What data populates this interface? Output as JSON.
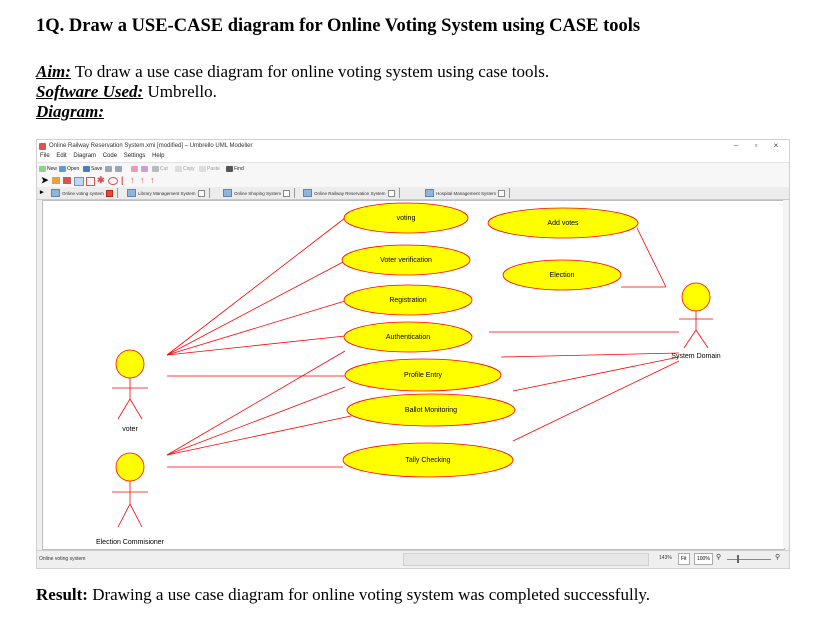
{
  "doc": {
    "title": "1Q. Draw a USE-CASE diagram for Online Voting System using CASE tools",
    "aim_label": "Aim:",
    "aim_text": " To draw a use case diagram for online voting system using case tools.",
    "software_label": "Software Used:",
    "software_text": " Umbrello.",
    "diagram_label": "Diagram:",
    "result_label": "Result:",
    "result_text": " Drawing a use case diagram for online voting system was completed successfully."
  },
  "window": {
    "title": "Online Railway Reservation System.xmi [modified] – Umbrello UML Modeller",
    "controls": [
      "–",
      "▫",
      "×"
    ],
    "menu": [
      "File",
      "Edit",
      "Diagram",
      "Code",
      "Settings",
      "Help"
    ],
    "toolbar": [
      "New",
      "Open",
      "Save",
      "Cut",
      "Copy",
      "Paste",
      "Find"
    ],
    "tabs": [
      {
        "label": "Online voting system",
        "active": true
      },
      {
        "label": "Library Management System",
        "active": false
      },
      {
        "label": "Online Shoping System",
        "active": false
      },
      {
        "label": "Online Railway Reservation System",
        "active": false
      },
      {
        "label": "Hospital Management System",
        "active": false
      }
    ],
    "status": {
      "text": "Online voting system",
      "zoom": "143%",
      "fit": "Fit",
      "zoom100": "100%"
    }
  },
  "diagram": {
    "use_case_fill": "#ffff00",
    "use_case_stroke": "#ff0000",
    "line_color": "#ff0000",
    "actors": {
      "voter": "voter",
      "commissioner": "Election Commisioner",
      "domain": "System Domain"
    },
    "use_cases": {
      "voting": "voting",
      "verification": "Voter verification",
      "registration": "Registration",
      "authentication": "Authentication",
      "profile": "Profile Entry",
      "ballot": "Ballot Monitoring",
      "tally": "Tally Checking",
      "add_votes": "Add votes",
      "election": "Election"
    }
  }
}
